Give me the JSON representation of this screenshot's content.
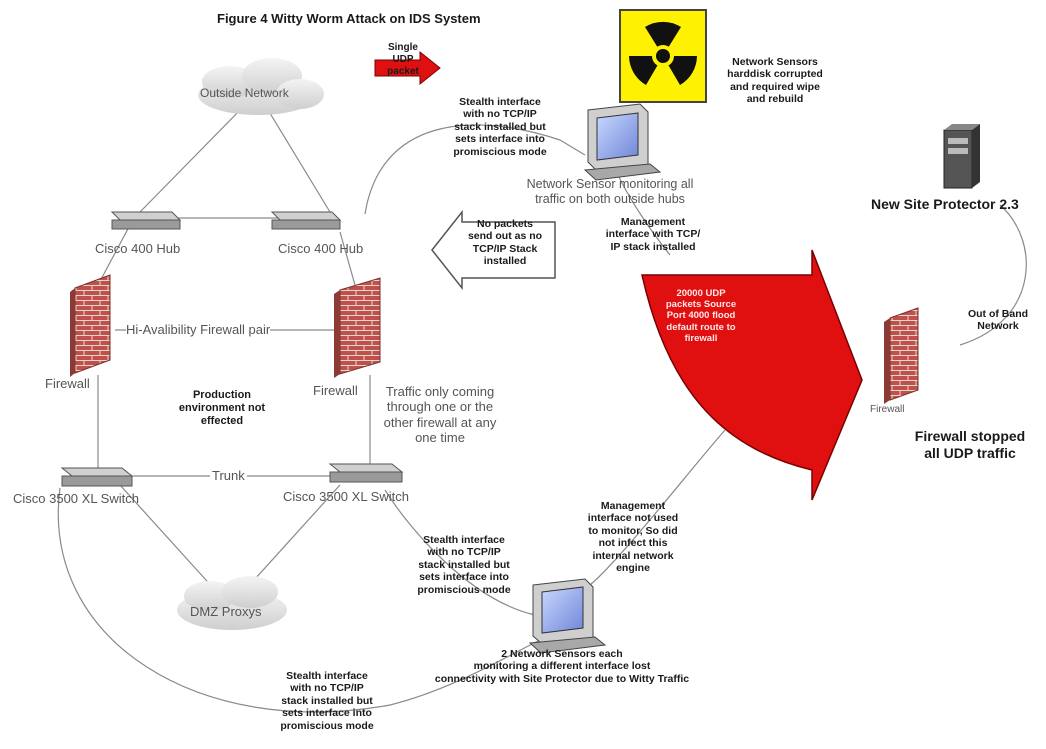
{
  "title": "Figure 4 Witty Worm Attack on IDS System",
  "single_udp": "Single\nUDP\npacket",
  "outside_network": "Outside Network",
  "hub_left": "Cisco 400 Hub",
  "hub_right": "Cisco 400 Hub",
  "stealth_top": "Stealth interface\nwith no TCP/IP\nstack installed but\nsets interface into\npromiscious mode",
  "sensor_top_caption": "Network Sensor monitoring all\ntraffic on both outside hubs",
  "sensor_corrupted": "Network Sensors\nharddisk corrupted\nand required wipe\nand rebuild",
  "no_packets": "No  packets\nsend out as no\nTCP/IP Stack\ninstalled",
  "mgmt_top": "Management\ninterface with TCP/\nIP stack installed",
  "red_arrow_text": "20000 UDP\npackets Source\nPort 4000 flood\ndefault route to\nfirewall",
  "site_protector": "New Site Protector 2.3",
  "out_of_band": "Out of Band\nNetwork",
  "firewall_small": "Firewall",
  "firewall_stopped": "Firewall stopped\nall UDP traffic",
  "hi_availability": "Hi-Avalibility Firewall pair",
  "firewall_left": "Firewall",
  "firewall_right": "Firewall",
  "production": "Production\nenvironment not\neffected",
  "traffic_only": "Traffic only coming\nthrough one or the\nother firewall at any\none time",
  "switch_left": "Cisco 3500 XL Switch",
  "switch_right": "Cisco 3500 XL Switch",
  "trunk": "Trunk",
  "mgmt_bottom": "Management\ninterface not used\nto monitor, So did\nnot infect this\ninternal network\nengine",
  "stealth_mid": "Stealth interface\nwith no TCP/IP\nstack installed but\nsets interface into\npromiscious mode",
  "dmz": "DMZ Proxys",
  "two_sensors": "2 Network Sensors each\nmonitoring a different interface lost\nconnectivity with Site Protector due to Witty Traffic",
  "stealth_bottom": "Stealth interface\nwith no TCP/IP\nstack installed but\nsets interface into\npromiscious mode",
  "colors": {
    "red": "#e01010",
    "brick": "#c0504d",
    "radiation_bg": "#fff200"
  },
  "icons": [
    "cloud-icon",
    "hub-icon",
    "firewall-icon",
    "computer-icon",
    "server-icon",
    "radiation-icon"
  ]
}
